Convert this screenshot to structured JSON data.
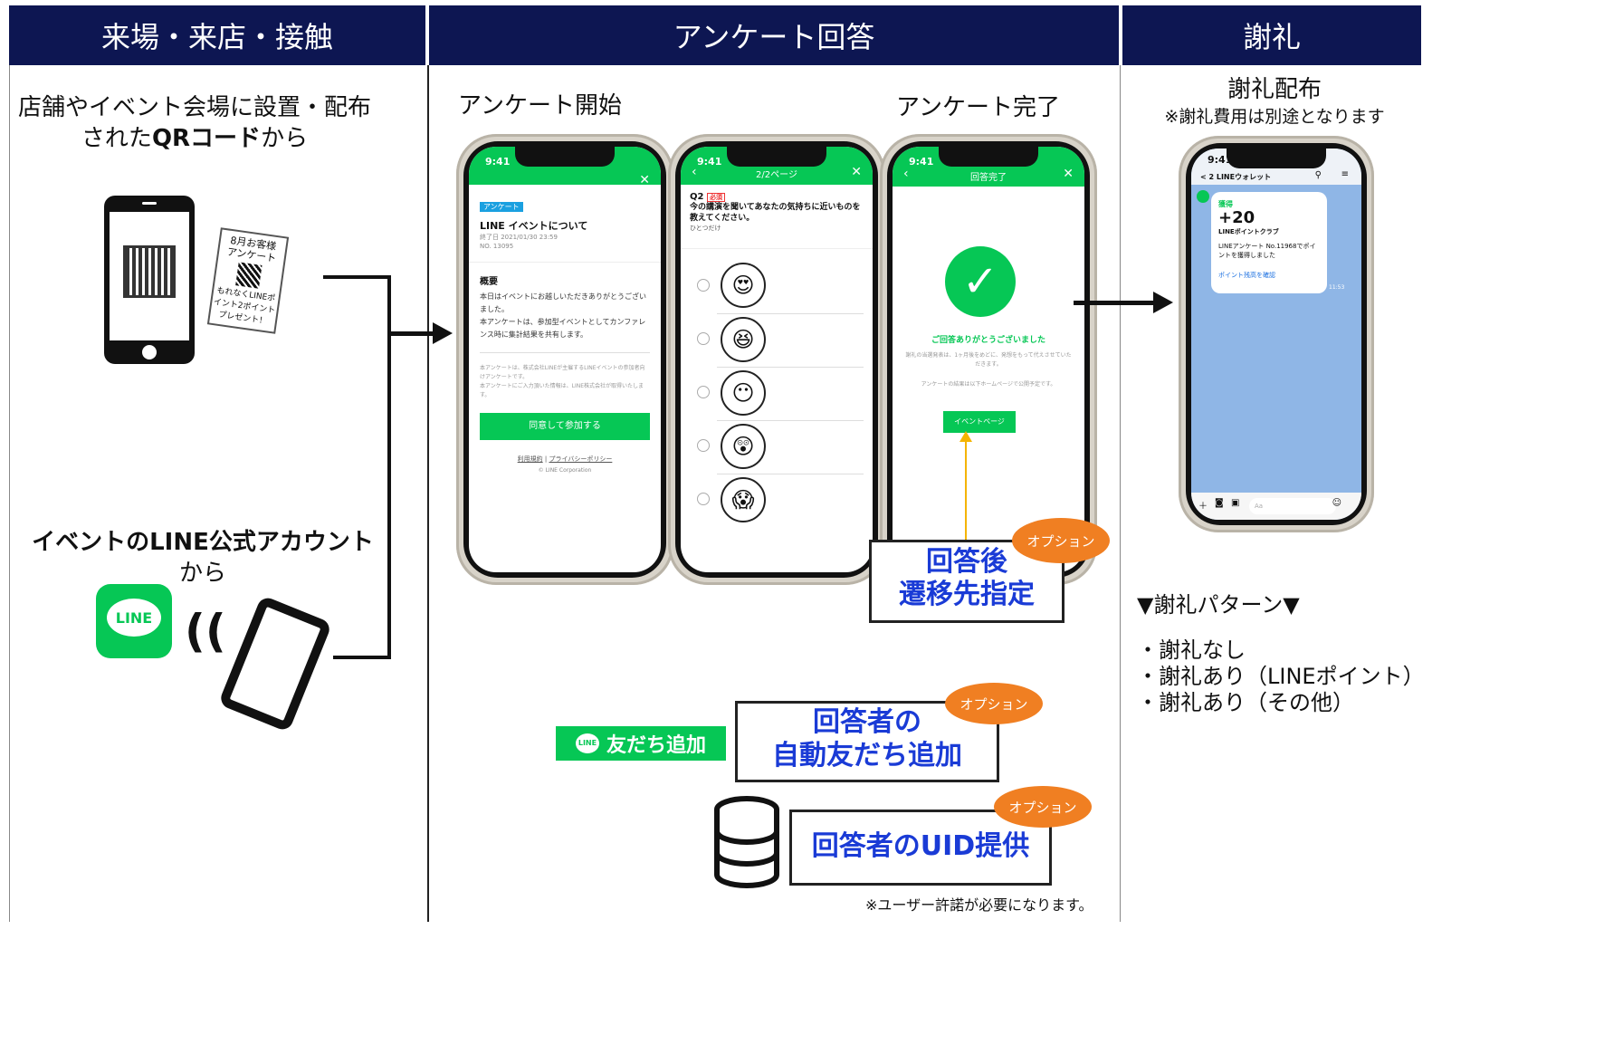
{
  "headers": {
    "left": "来場・来店・接触",
    "mid": "アンケート回答",
    "right": "謝礼"
  },
  "left": {
    "qr_line1": "店舗やイベント会場に設置・配布",
    "qr_line2_pre": "された",
    "qr_line2_bold": "QRコード",
    "qr_line2_post": "から",
    "pop_line1": "8月お客様",
    "pop_line2": "アンケート",
    "pop_line3": "もれなくLINEポ",
    "pop_line4": "イント2ポイント",
    "pop_line5": "プレゼント！",
    "line_bold": "イベントのLINE公式アカウント",
    "line_post": "から",
    "line_logo": "LINE"
  },
  "mid": {
    "start_label": "アンケート開始",
    "done_label": "アンケート完了",
    "phone1": {
      "time": "9:41",
      "tag": "アンケート",
      "title": "LINE イベントについて",
      "meta1": "終了日 2021/01/30 23:59",
      "meta2": "NO. 13095",
      "section": "概要",
      "body1": "本日はイベントにお越しいただきありがとうございました。",
      "body2": "本アンケートは、参加型イベントとしてカンファレンス時に集計結果を共有します。",
      "note1": "本アンケートは、株式会社LINEが主催するLINEイベントの参加者向けアンケートです。",
      "note2": "本アンケートにご入力頂いた情報は、LINE株式会社が取得いたします。",
      "button": "同意して参加する",
      "link1": "利用規約",
      "link2": "プライバシーポリシー",
      "copyright": "© LINE Corporation"
    },
    "phone2": {
      "time": "9:41",
      "title": "2/2ページ",
      "q": "Q2",
      "required": "必須",
      "question": "今の講演を聞いてあなたの気持ちに近いものを教えてください。",
      "hint": "ひとつだけ"
    },
    "phone3": {
      "time": "9:41",
      "title": "回答完了",
      "thanks": "ご回答ありがとうございました",
      "note1": "謝礼の当選発表は、1ヶ月後をめどに、発想をもって代えさせていただきます。",
      "note2": "アンケートの結果は以下ホームページで公開予定です。",
      "button": "イベントページ"
    },
    "opt_label": "オプション",
    "opt1_line1": "回答後",
    "opt1_line2": "遷移先指定",
    "friend_btn": "友だち追加",
    "friend_icon": "LINE",
    "opt2_line1": "回答者の",
    "opt2_line2": "自動友だち追加",
    "opt3": "回答者のUID提供",
    "footnote": "※ユーザー許諾が必要になります。"
  },
  "right": {
    "title": "謝礼配布",
    "subtitle": "※謝礼費用は別途となります",
    "phone": {
      "time": "9:41",
      "header": "< 2  LINEウォレット",
      "label": "獲得",
      "points": "+20",
      "club": "LINEポイントクラブ",
      "msg": "LINEアンケート No.11968でポイントを獲得しました",
      "link": "ポイント残高を確認",
      "msg_time": "11:53",
      "input_ph": "Aa"
    },
    "pattern_title": "▼謝礼パターン▼",
    "patterns": [
      "・謝礼なし",
      "・謝礼あり（LINEポイント）",
      "・謝礼あり（その他）"
    ]
  },
  "colors": {
    "header_bg": "#0d1652",
    "line_green": "#06c755",
    "option_orange": "#f07f22",
    "option_text_blue": "#1a3bd6"
  }
}
